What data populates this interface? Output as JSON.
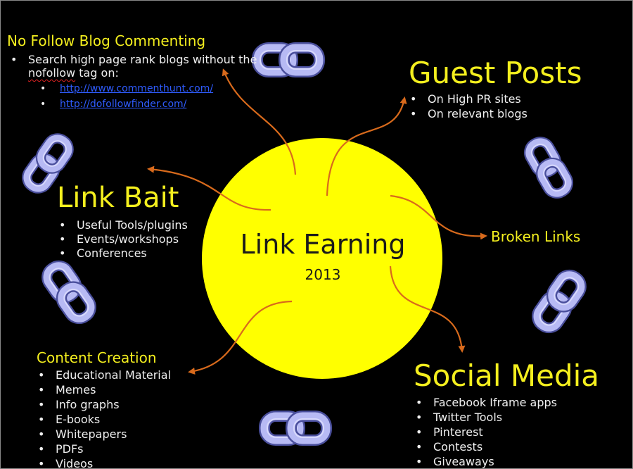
{
  "center": {
    "title": "Link Earning",
    "year": "2013"
  },
  "no_follow": {
    "title": "No Follow Blog Commenting",
    "item_pre": "Search high page rank blogs without the ",
    "item_word": "nofollow",
    "item_post": " tag on:",
    "links": [
      "http://www.commenthunt.com/",
      "http://dofollowfinder.com/"
    ]
  },
  "guest_posts": {
    "title": "Guest Posts",
    "items": [
      "On High PR sites",
      "On relevant blogs"
    ]
  },
  "link_bait": {
    "title": "Link Bait",
    "items": [
      "Useful Tools/plugins",
      "Events/workshops",
      "Conferences"
    ]
  },
  "broken_links": {
    "title": "Broken Links"
  },
  "content_creation": {
    "title": "Content Creation",
    "items": [
      "Educational Material",
      "Memes",
      "Info graphs",
      "E-books",
      "Whitepapers",
      "PDFs",
      "Videos"
    ]
  },
  "social_media": {
    "title": "Social Media",
    "items": [
      "Facebook Iframe apps",
      "Twitter Tools",
      "Pinterest",
      "Contests",
      "Giveaways"
    ]
  },
  "colors": {
    "background": "#000000",
    "circle": "#ffff00",
    "heading": "#f4ef1e",
    "arrow": "#d86a1c",
    "chain": "#b4b7f2",
    "link": "#2f5cff"
  },
  "icons": [
    "chain-link-icon"
  ]
}
